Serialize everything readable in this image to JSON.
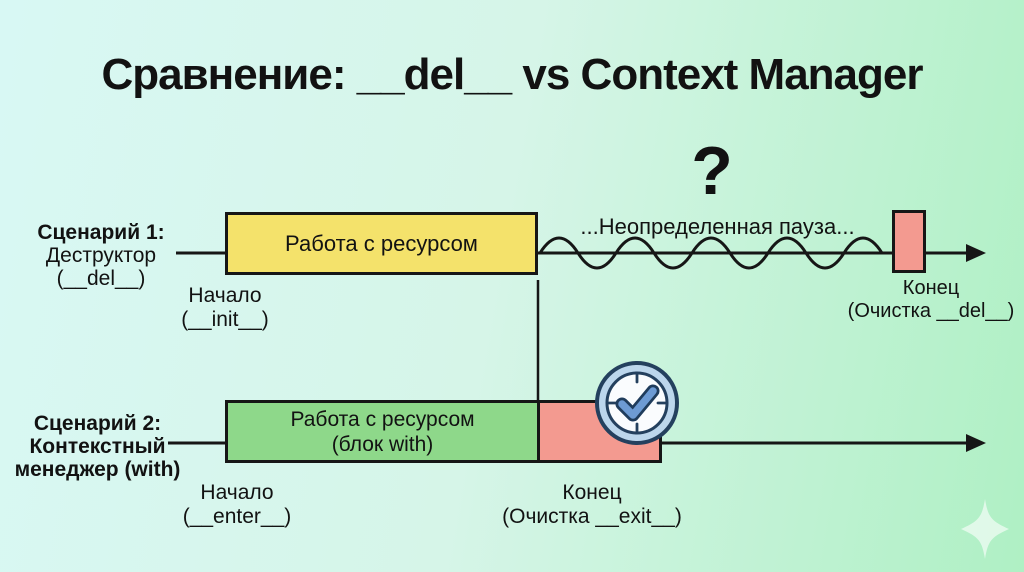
{
  "title": "Сравнение: __del__ vs Context Manager",
  "scenario1": {
    "label": {
      "line1": "Сценарий 1:",
      "line2": "Деструктор",
      "line3": "(__del__)"
    },
    "work_box_label": "Работа с ресурсом",
    "start": {
      "line1": "Начало",
      "line2": "(__init__)"
    },
    "pause_text": "...Неопределенная пауза...",
    "question_mark": "?",
    "end": {
      "line1": "Конец",
      "line2": "(Очистка __del__)"
    }
  },
  "scenario2": {
    "label": {
      "line1": "Сценарий 2:",
      "line2": "Контекстный",
      "line3": "менеджер (with)"
    },
    "work_box": {
      "line1": "Работа с ресурсом",
      "line2": "(блок with)"
    },
    "start": {
      "line1": "Начало",
      "line2": "(__enter__)"
    },
    "end": {
      "line1": "Конец",
      "line2": "(Очистка __exit__)"
    }
  },
  "icons": {
    "clock": "clock-with-checkmark-icon",
    "sparkle": "sparkle-icon"
  },
  "colors": {
    "background_left": "#d8f8f4",
    "background_right": "#aff0c4",
    "work_box_scenario1": "#f4e26b",
    "work_box_scenario2": "#8ed88a",
    "cleanup_box": "#f39a90",
    "line": "#161616",
    "clock_ring": "#bcd6ec",
    "clock_face": "#fafcfe",
    "clock_outline": "#24405e",
    "checkmark": "#6d9bd4"
  }
}
